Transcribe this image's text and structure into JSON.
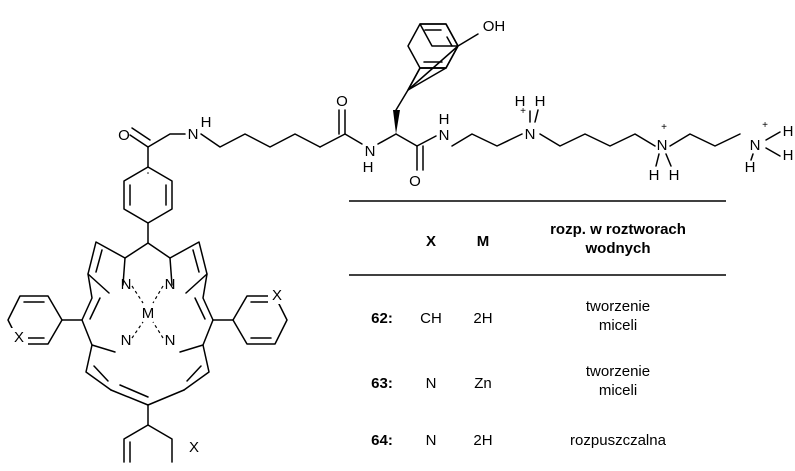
{
  "structure": {
    "atoms": {
      "o_amide_left": "O",
      "n_amide_left": "N",
      "h_amide_left": "H",
      "o_mid": "O",
      "n_mid": "N",
      "h_mid": "H",
      "o_tyr": "O",
      "n_tyr": "N",
      "h_tyr": "H",
      "oh": "OH",
      "n1": "N",
      "n1_h1": "H",
      "n1_h2": "H",
      "n2": "N",
      "n2_h1": "H",
      "n2_h2": "H",
      "n3": "N",
      "n3_h1": "H",
      "n3_h2": "H",
      "n3_h3": "H",
      "plus": "+",
      "metal": "M",
      "pyrrole_n": "N",
      "x_label": "X"
    }
  },
  "table": {
    "headers": {
      "x": "X",
      "m": "M",
      "solubility_line1": "rozp. w roztworach",
      "solubility_line2": "wodnych"
    },
    "rows": [
      {
        "id": "62:",
        "x": "CH",
        "m": "2H",
        "sol_line1": "tworzenie",
        "sol_line2": "miceli"
      },
      {
        "id": "63:",
        "x": "N",
        "m": "Zn",
        "sol_line1": "tworzenie",
        "sol_line2": "miceli"
      },
      {
        "id": "64:",
        "x": "N",
        "m": "2H",
        "sol_line1": "rozpuszczalna",
        "sol_line2": ""
      }
    ]
  }
}
